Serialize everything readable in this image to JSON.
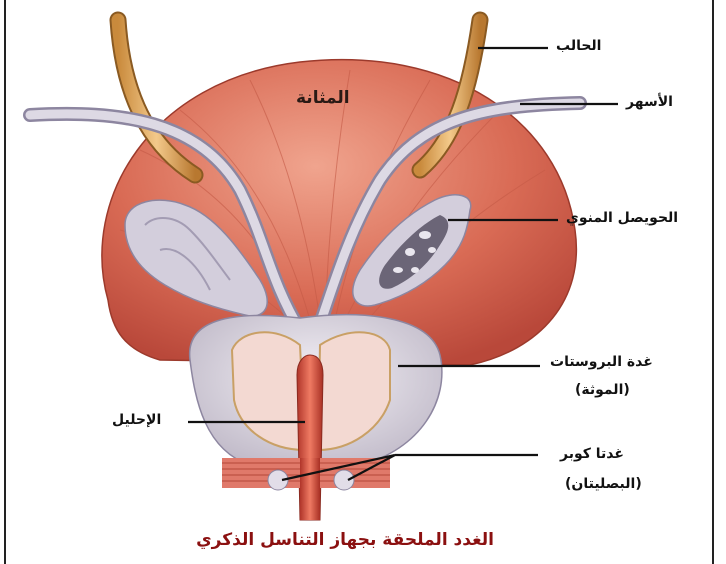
{
  "diagram": {
    "bladder_label": "المثانة",
    "labels": {
      "ureter": "الحالب",
      "vas_deferens": "الأسهر",
      "seminal_vesicle": "الحويصل المنوي",
      "prostate_line1": "غدة البروستات",
      "prostate_line2": "(الموثة)",
      "urethra": "الإحليل",
      "cowper_line1": "غدتا كوبر",
      "cowper_line2": "(البصليتان)"
    },
    "caption": "الغدد الملحقة بجهاز التناسل الذكري",
    "colors": {
      "bladder": "#d96b55",
      "prostate": "#d8d3dc",
      "urethra": "#d24a3a",
      "caption": "#8b1010"
    }
  }
}
